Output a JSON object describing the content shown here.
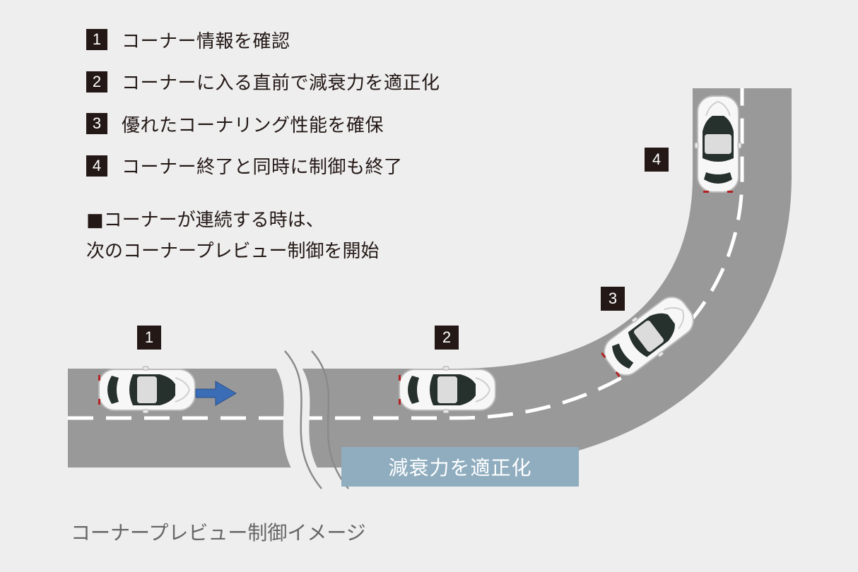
{
  "steps": [
    {
      "num": "1",
      "text": "コーナー情報を確認"
    },
    {
      "num": "2",
      "text": "コーナーに入る直前で減衰力を適正化"
    },
    {
      "num": "3",
      "text": "優れたコーナリング性能を確保"
    },
    {
      "num": "4",
      "text": "コーナー終了と同時に制御も終了"
    }
  ],
  "note": {
    "line1": "■コーナーが連続する時は、",
    "line2": "次のコーナープレビュー制御を開始"
  },
  "badges": [
    "1",
    "2",
    "3",
    "4"
  ],
  "damping_label": "減衰力を適正化",
  "caption": "コーナープレビュー制御イメージ",
  "colors": {
    "background": "#eeeeee",
    "road": "#999999",
    "lane_marking": "#ffffff",
    "badge": "#231815",
    "arrow": "#3a6db5",
    "damping_box": "#8fadbf"
  }
}
